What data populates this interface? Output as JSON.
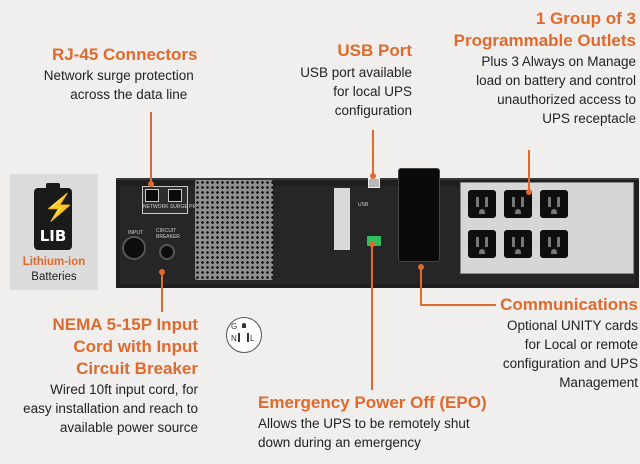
{
  "callouts": {
    "rj45": {
      "title": "RJ-45 Connectors",
      "lines": [
        "Network surge protection",
        "across the data line"
      ]
    },
    "usb": {
      "title": "USB Port",
      "lines": [
        "USB port available",
        "for local UPS",
        "configuration"
      ]
    },
    "outlets": {
      "title_lines": [
        "1 Group of 3",
        "Programmable Outlets"
      ],
      "lines": [
        "Plus 3 Always on Manage",
        "load on battery and control",
        "unauthorized access to",
        "UPS receptacle"
      ]
    },
    "communications": {
      "title": "Communications",
      "lines": [
        "Optional UNITY cards",
        "for Local or remote",
        "configuration and UPS",
        "Management"
      ]
    },
    "nema": {
      "title_lines": [
        "NEMA 5-15P Input",
        "Cord with Input",
        "Circuit Breaker"
      ],
      "lines": [
        "Wired 10ft input cord, for",
        "easy installation and reach to",
        "available power source"
      ]
    },
    "epo": {
      "title": "Emergency Power Off (EPO)",
      "lines": [
        "Allows the UPS to be remotely shut",
        "down during an emergency"
      ]
    }
  },
  "lib_badge": {
    "text": "LIB",
    "title": "Lithium-ion",
    "subtitle": "Batteries"
  },
  "plug_icon": {
    "g": "G",
    "n": "N",
    "l": "L"
  },
  "colors": {
    "accent": "#e06a2c",
    "background": "#f1efed",
    "device": "#1f1f1f"
  }
}
